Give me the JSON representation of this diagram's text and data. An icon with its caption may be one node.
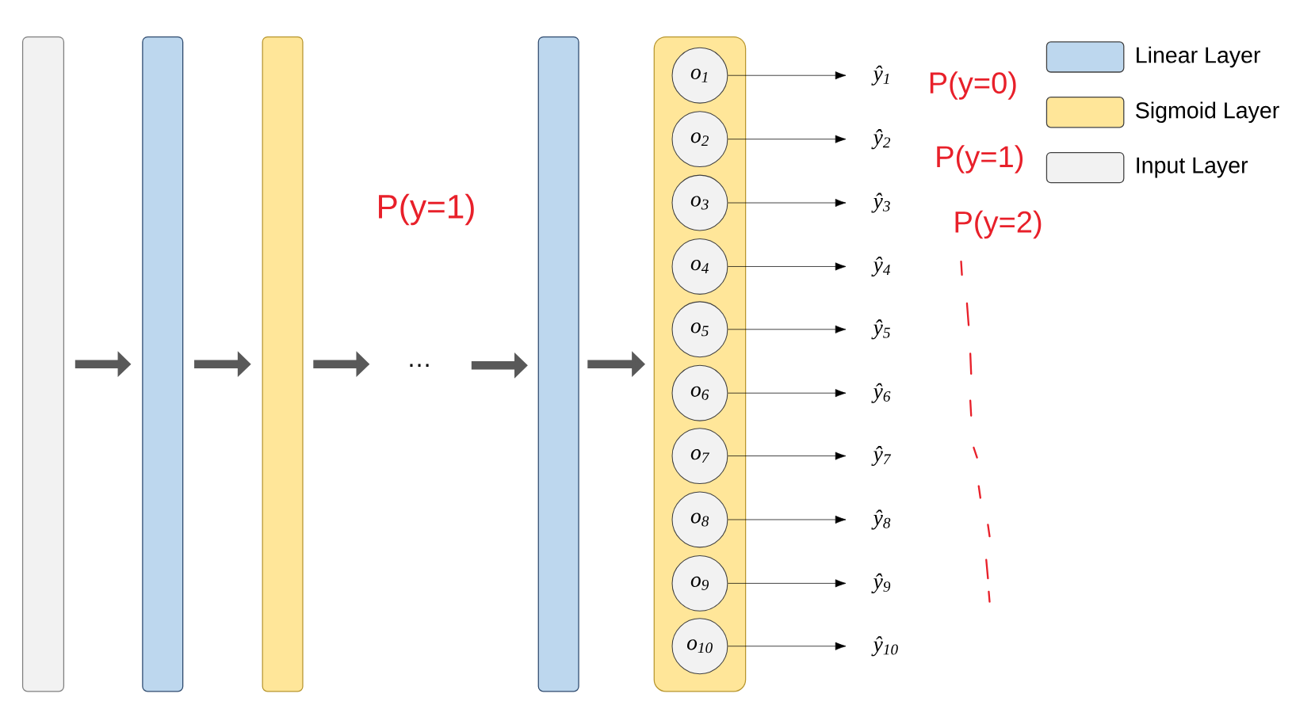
{
  "diagram": {
    "nodes": [
      {
        "text": [],
        "shape": "bar"
      },
      {
        "text": [],
        "shape": "bar"
      },
      {
        "text": [],
        "shape": "bar"
      },
      {
        "text": [
          "…"
        ]
      },
      {
        "text": [],
        "shape": "bar"
      },
      {
        "text": [],
        "shape": "bar"
      },
      {
        "text": [
          "o$_{1}$"
        ],
        "in": 5
      },
      {
        "text": [
          "o$_{2}$"
        ],
        "in": 5
      },
      {
        "text": [
          "o$_{3}$"
        ],
        "in": 5
      },
      {
        "text": [
          "o$_{4}$"
        ],
        "in": 5
      },
      {
        "text": [
          "o$_{5}$"
        ],
        "in": 5
      },
      {
        "text": [
          "o$_{6}$"
        ],
        "in": 5
      },
      {
        "text": [
          "o$_{7}$"
        ],
        "in": 5
      },
      {
        "text": [
          "o$_{8}$"
        ],
        "in": 5
      },
      {
        "text": [
          "o$_{9}$"
        ],
        "in": 5
      },
      {
        "text": [
          "o$_{10}$"
        ],
        "in": 5
      },
      {
        "text": [
          "ŷ$_{1}$"
        ]
      },
      {
        "text": [
          "ŷ$_{2}$"
        ]
      },
      {
        "text": [
          "ŷ$_{3}$"
        ]
      },
      {
        "text": [
          "ŷ$_{4}$"
        ]
      },
      {
        "text": [
          "ŷ$_{5}$"
        ]
      },
      {
        "text": [
          "ŷ$_{6}$"
        ]
      },
      {
        "text": [
          "ŷ$_{7}$"
        ]
      },
      {
        "text": [
          "ŷ$_{8}$"
        ]
      },
      {
        "text": [
          "ŷ$_{9}$"
        ]
      },
      {
        "text": [
          "ŷ$_{10}$"
        ]
      }
    ],
    "edges": [
      {
        "from": 0,
        "to": 1,
        "arrow": "to",
        "style": "thick",
        "color": "#595959"
      },
      {
        "from": 1,
        "to": 2,
        "arrow": "to",
        "style": "thick",
        "color": "#595959"
      },
      {
        "from": 2,
        "to": 3,
        "arrow": "to",
        "style": "thick",
        "color": "#595959"
      },
      {
        "from": 3,
        "to": 4,
        "arrow": "to",
        "style": "thick",
        "color": "#595959"
      },
      {
        "from": 4,
        "to": 5,
        "arrow": "to",
        "style": "thick",
        "color": "#595959"
      },
      {
        "from": 6,
        "to": 16,
        "arrow": "to"
      },
      {
        "from": 7,
        "to": 17,
        "arrow": "to"
      },
      {
        "from": 8,
        "to": 18,
        "arrow": "to"
      },
      {
        "from": 9,
        "to": 19,
        "arrow": "to"
      },
      {
        "from": 10,
        "to": 20,
        "arrow": "to"
      },
      {
        "from": 11,
        "to": 21,
        "arrow": "to"
      },
      {
        "from": 12,
        "to": 22,
        "arrow": "to"
      },
      {
        "from": 13,
        "to": 23,
        "arrow": "to"
      },
      {
        "from": 14,
        "to": 24,
        "arrow": "to"
      },
      {
        "from": 15,
        "to": 25,
        "arrow": "to"
      }
    ],
    "labels": [
      "P(y=1)",
      "P(y=0)",
      "P(y=1)",
      "P(y=2)"
    ],
    "legend": [
      {
        "text": "Linear Layer",
        "color": "#bdd7ee"
      },
      {
        "text": "Sigmoid Layer",
        "color": "#ffe699"
      },
      {
        "text": "Input Layer",
        "color": "#f2f2f2"
      }
    ]
  }
}
